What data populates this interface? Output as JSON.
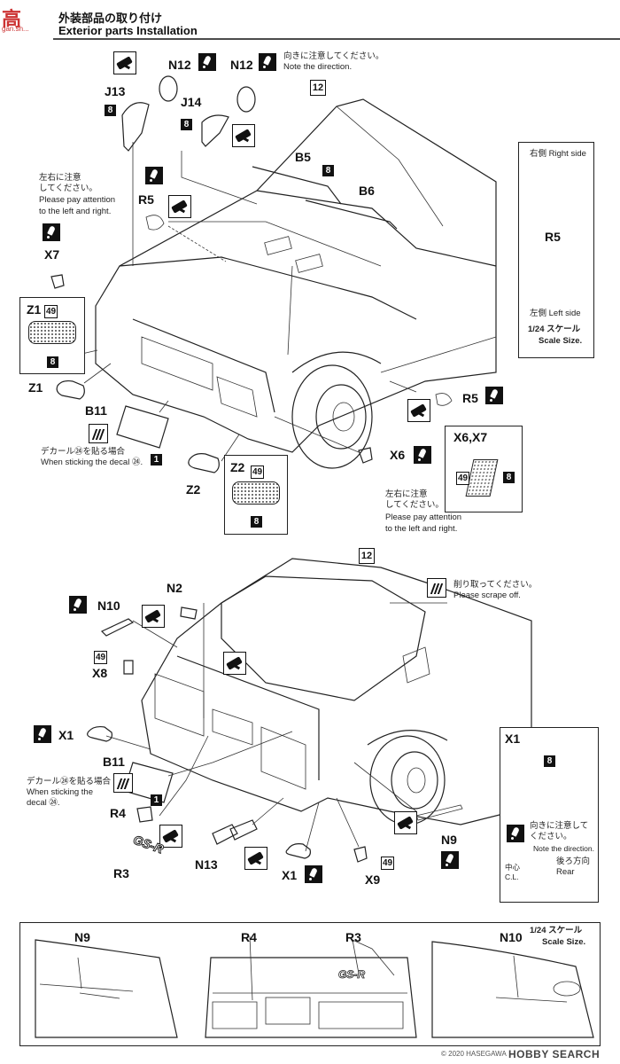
{
  "header": {
    "watermark_glyphs": "高",
    "watermark_site": "gan.sh...",
    "title_jp": "外装部品の取り付け",
    "title_en": "Exterior parts Installation"
  },
  "front": {
    "ref_12": "12",
    "labels": {
      "n12_left": "N12",
      "n12_right": "N12",
      "j13": "J13",
      "j14": "J14",
      "b5": "B5",
      "b6": "B6",
      "r5_top": "R5",
      "r5_side": "R5",
      "x7": "X7",
      "z1_box": "Z1",
      "z1": "Z1",
      "b11": "B11",
      "z2": "Z2",
      "z2_box": "Z2",
      "x6": "X6",
      "x6x7": "X6,X7"
    },
    "notes": {
      "direction_jp": "向きに注意してください。",
      "direction_en": "Note the direction.",
      "lr_jp_1": "左右に注意",
      "lr_jp_2": "してください。",
      "lr_en_1": "Please pay attention",
      "lr_en_2": "to the left and right.",
      "decal_jp": "デカール㉔を貼る場合",
      "decal_en": "When sticking the decal ㉔.",
      "x6_lr_jp_1": "左右に注意",
      "x6_lr_jp_2": "してください。",
      "x6_lr_en_1": "Please pay attention",
      "x6_lr_en_2": "to the left and right."
    },
    "side_box": {
      "right_side": "右側 Right side",
      "r5": "R5",
      "left_side": "左側 Left side",
      "scale_jp": "1/24 スケール",
      "scale_en": "Scale Size."
    },
    "paint_codes": {
      "z1": "49",
      "z2": "49",
      "x6x7": "49",
      "black": "8",
      "one": "1"
    }
  },
  "rear": {
    "ref_12": "12",
    "labels": {
      "n10": "N10",
      "n2": "N2",
      "x8": "X8",
      "x1": "X1",
      "b11": "B11",
      "r4": "R4",
      "r3": "R3",
      "n13": "N13",
      "x1_bottom": "X1",
      "x9": "X9",
      "n9": "N9",
      "x1_box": "X1"
    },
    "notes": {
      "scrape_jp": "削り取ってください。",
      "scrape_en": "Please scrape off.",
      "decal_jp": "デカール㉔を貼る場合",
      "decal_en_1": "When sticking the",
      "decal_en_2": "decal ㉔.",
      "x1_dir_jp_1": "向きに注意して",
      "x1_dir_jp_2": "ください。",
      "x1_dir_en": "Note the direction.",
      "center_jp": "中心",
      "center_en": "C.L.",
      "rear_jp": "後ろ方向",
      "rear_en": "Rear"
    },
    "paint_codes": {
      "x8": "49",
      "x9": "49",
      "black": "8",
      "one": "1"
    }
  },
  "bottom": {
    "labels": {
      "n9": "N9",
      "r4": "R4",
      "r3": "R3",
      "n10": "N10"
    },
    "scale_jp": "1/24 スケール",
    "scale_en": "Scale Size.",
    "badge_text": "GS-R"
  },
  "footer": {
    "credit": "© 2020 HASEGAWA",
    "logo": "HOBBY SEARCH"
  }
}
